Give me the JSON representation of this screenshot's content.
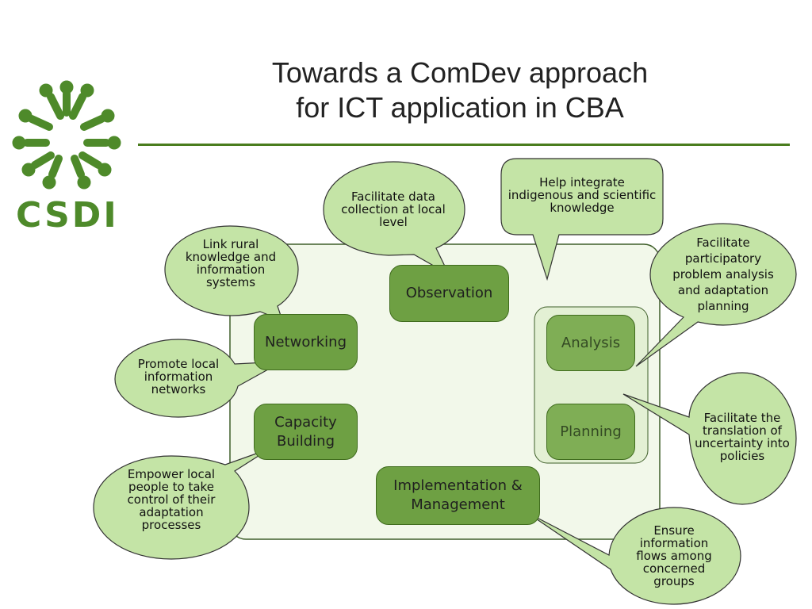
{
  "title": {
    "line1": "Towards a ComDev approach",
    "line2": "for ICT application in CBA"
  },
  "logo": {
    "text": "CSDI",
    "color": "#4e8a2a"
  },
  "colors": {
    "accent": "#4a7d1e",
    "box": "#6ea043",
    "box_light": "#7fae55",
    "bubble": "#c4e4a6",
    "panel": "#f2f8ea"
  },
  "boxes": {
    "observation": "Observation",
    "networking": "Networking",
    "capacity_building": "Capacity Building",
    "analysis": "Analysis",
    "planning": "Planning",
    "implementation": "Implementation & Management"
  },
  "bubbles": {
    "link_rural": "Link rural knowledge and information systems",
    "facilitate_data": "Facilitate data collection at local level",
    "help_integrate": "Help integrate indigenous and scientific knowledge",
    "participatory": "Facilitate participatory problem analysis and adaptation planning",
    "promote": "Promote local information networks",
    "translation": "Facilitate the translation of uncertainty into policies",
    "empower": "Empower local people to take control of their adaptation processes",
    "ensure": "Ensure information flows among concerned groups"
  }
}
